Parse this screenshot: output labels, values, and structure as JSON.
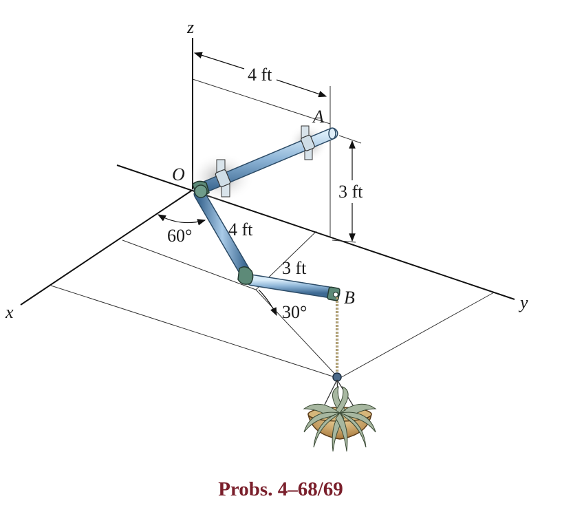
{
  "figure": {
    "axes": {
      "x": "x",
      "y": "y",
      "z": "z"
    },
    "points": {
      "origin": "O",
      "a": "A",
      "b": "B"
    },
    "dimensions": {
      "top_length": "4 ft",
      "height": "3 ft",
      "pipe_segment_1": "4 ft",
      "pipe_segment_2": "3 ft"
    },
    "angles": {
      "angle_1": "60°",
      "angle_2": "30°"
    },
    "caption": "Probs. 4–68/69",
    "colors": {
      "pipe": "#8fb6d8",
      "elbow": "#5d8a78",
      "pot": "#c9a46a",
      "leaves": "#a7b7a0",
      "caption": "#7a1f2b"
    }
  }
}
